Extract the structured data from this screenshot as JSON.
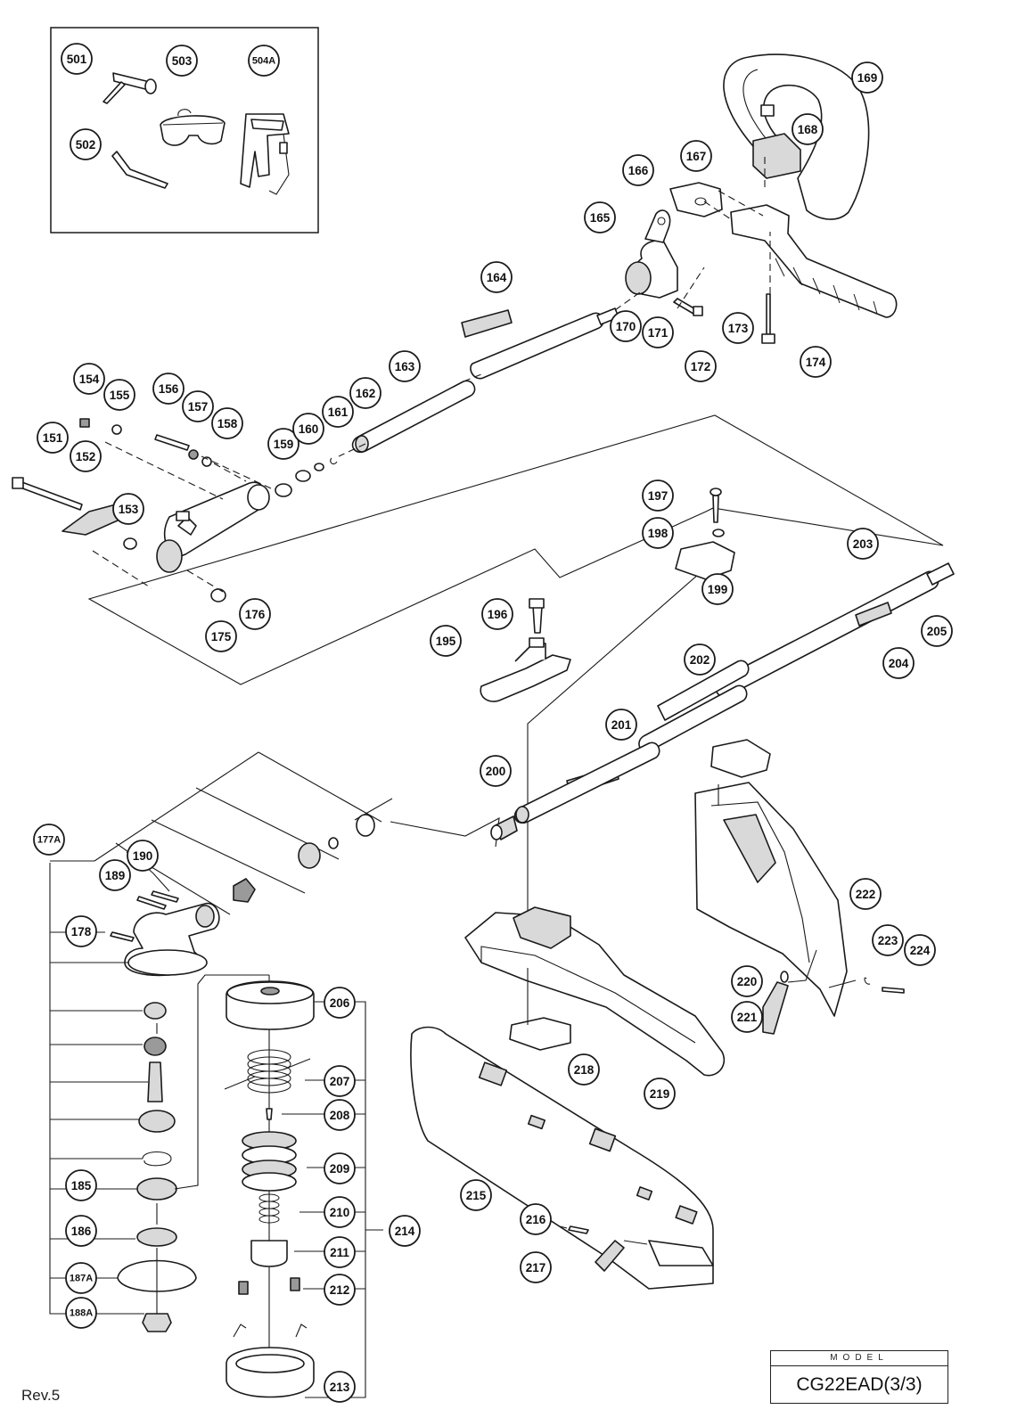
{
  "footer": {
    "revision": "Rev.5",
    "model_header": "MODEL",
    "model_name": "CG22EAD(3/3)"
  },
  "callouts": [
    "501",
    "502",
    "503",
    "504A",
    "151",
    "152",
    "153",
    "154",
    "155",
    "156",
    "157",
    "158",
    "159",
    "160",
    "161",
    "162",
    "163",
    "164",
    "165",
    "166",
    "167",
    "168",
    "169",
    "170",
    "171",
    "172",
    "173",
    "174",
    "175",
    "176",
    "177A",
    "178",
    "185",
    "186",
    "187A",
    "188A",
    "189",
    "190",
    "195",
    "196",
    "197",
    "198",
    "199",
    "200",
    "201",
    "202",
    "203",
    "204",
    "205",
    "206",
    "207",
    "208",
    "209",
    "210",
    "211",
    "212",
    "213",
    "214",
    "215",
    "216",
    "217",
    "218",
    "219",
    "220",
    "221",
    "222",
    "223",
    "224"
  ]
}
